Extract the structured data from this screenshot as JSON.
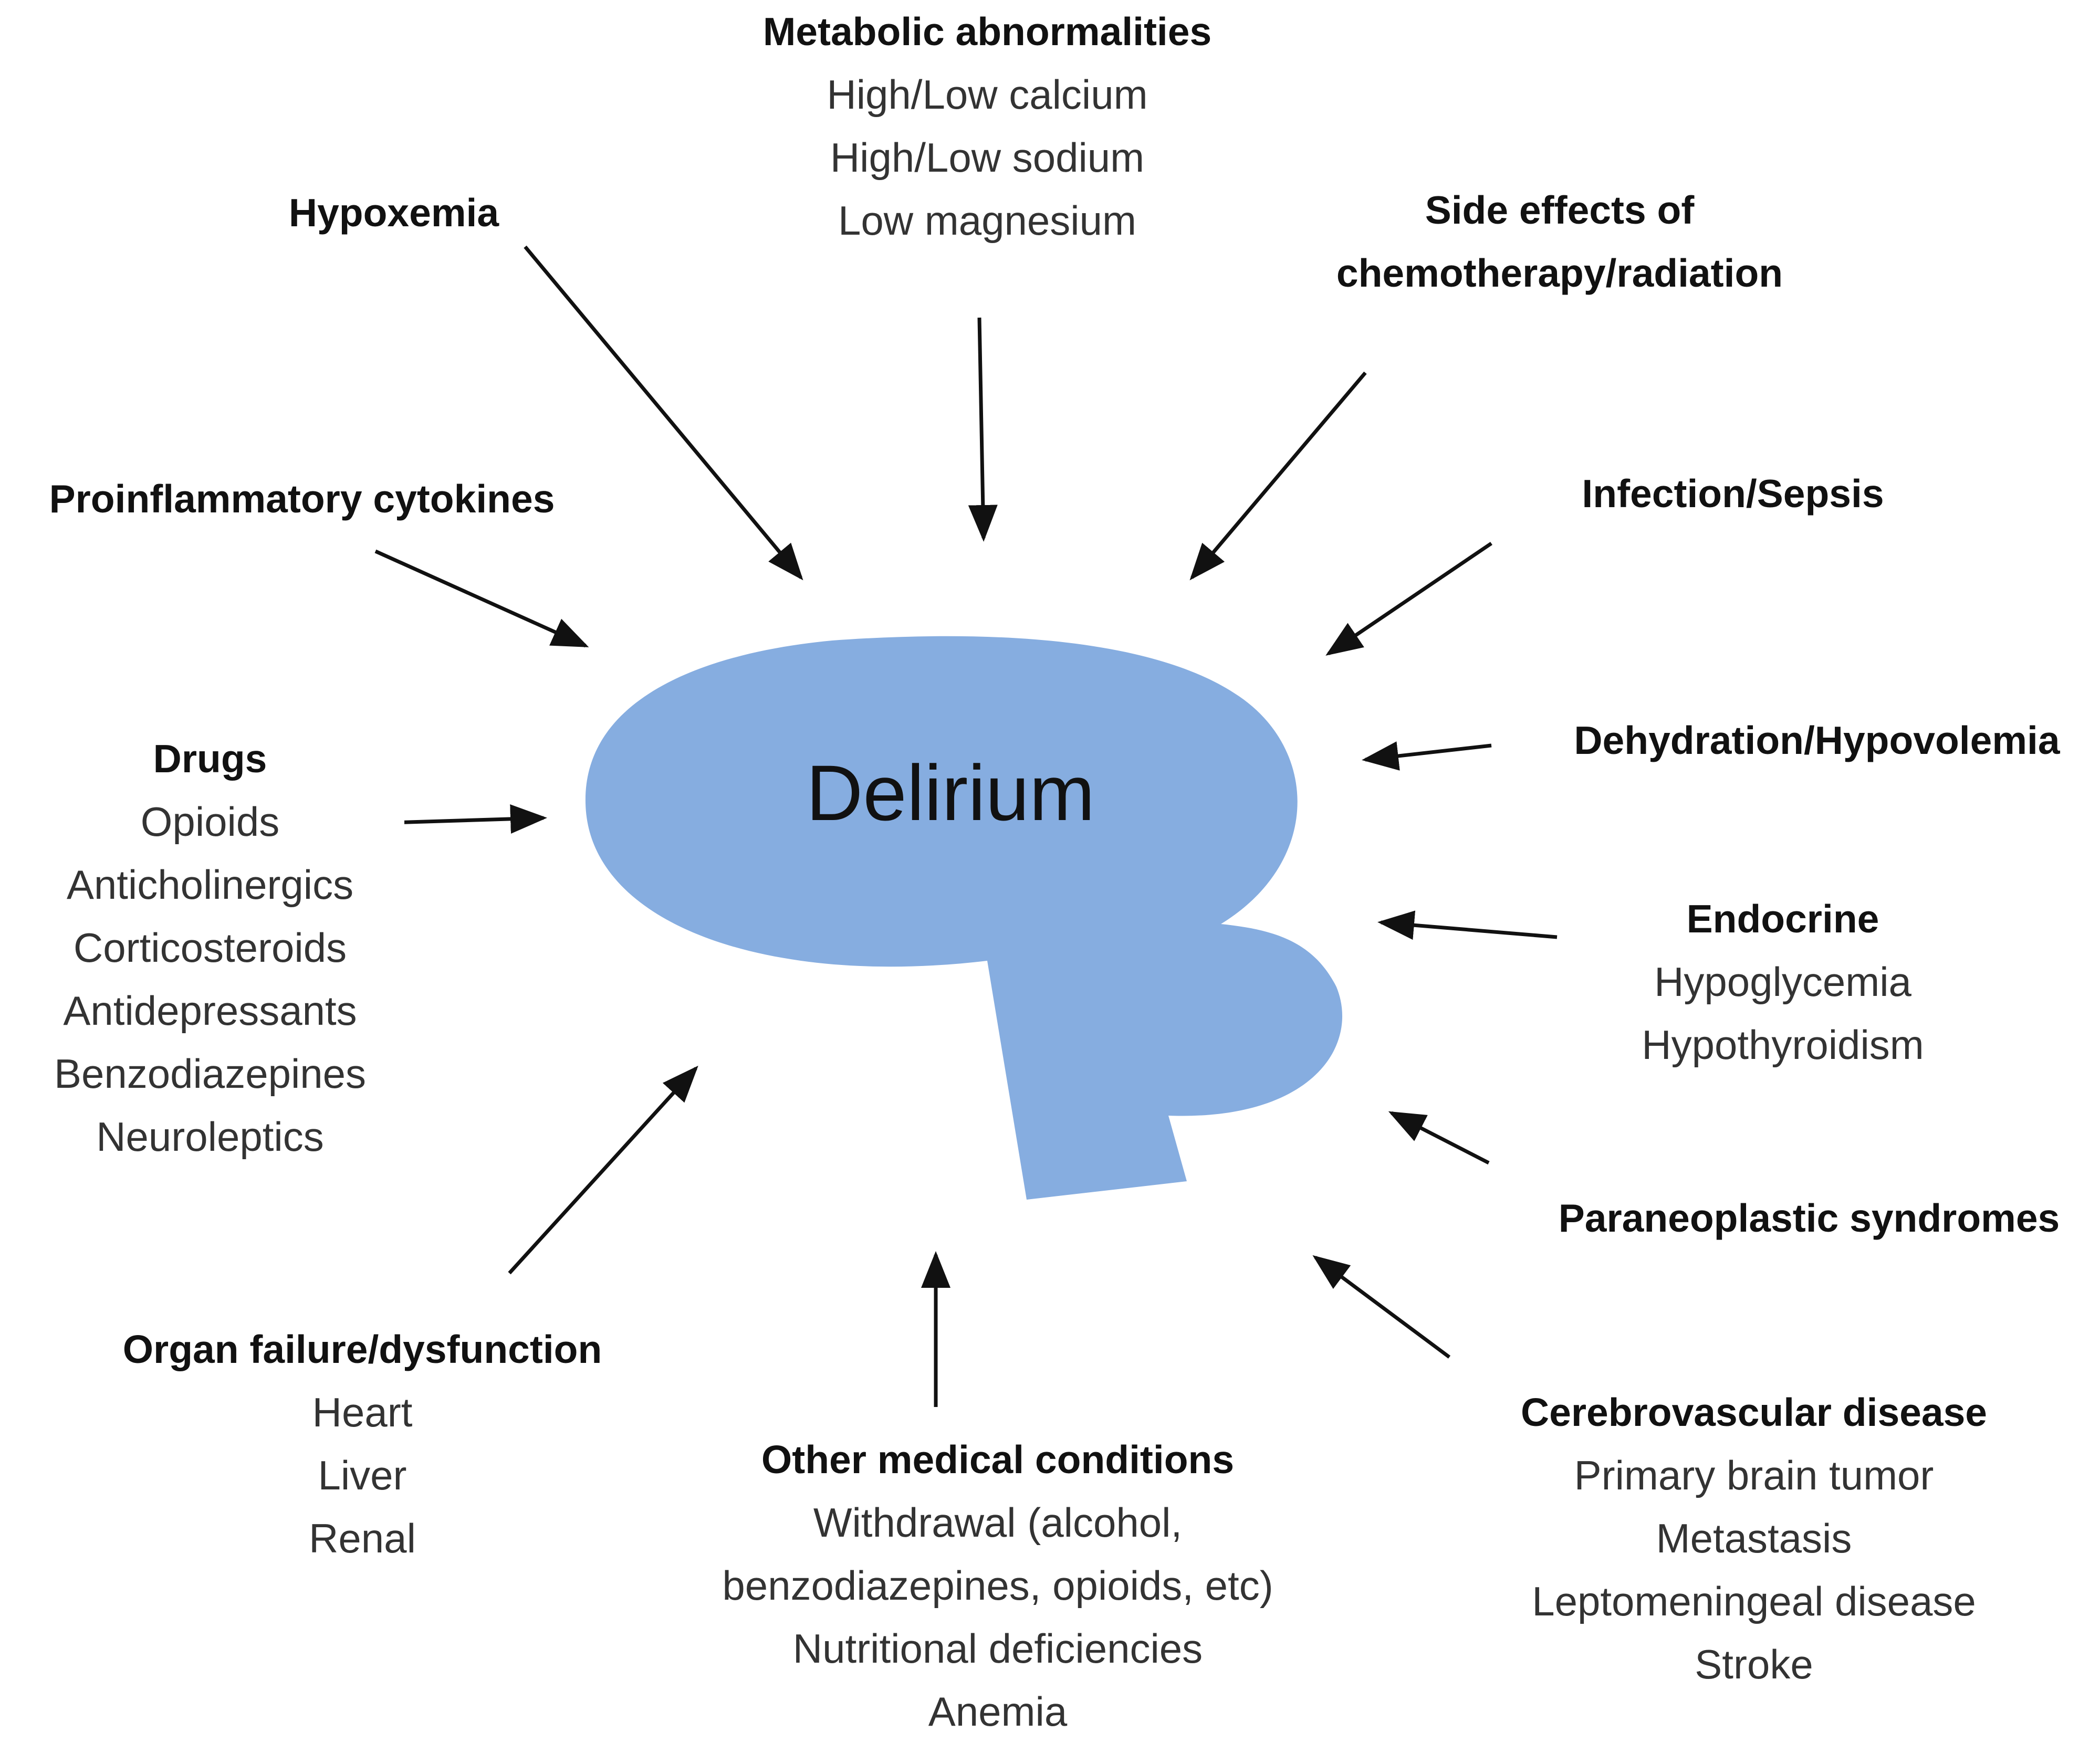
{
  "center": {
    "label": "Delirium",
    "fill": "#86ade0"
  },
  "colors": {
    "arrow": "#111111"
  },
  "factors": {
    "metabolic": {
      "title": "Metabolic abnormalities",
      "items": [
        "High/Low calcium",
        "High/Low sodium",
        "Low magnesium"
      ]
    },
    "hypoxemia": {
      "title": "Hypoxemia",
      "items": []
    },
    "side_effects": {
      "title_lines": [
        "Side effects of",
        "chemotherapy/radiation"
      ]
    },
    "proinflammatory": {
      "title": "Proinflammatory cytokines",
      "items": []
    },
    "infection": {
      "title": "Infection/Sepsis",
      "items": []
    },
    "drugs": {
      "title": "Drugs",
      "items": [
        "Opioids",
        "Anticholinergics",
        "Corticosteroids",
        "Antidepressants",
        "Benzodiazepines",
        "Neuroleptics"
      ]
    },
    "dehydration": {
      "title": "Dehydration/Hypovolemia",
      "items": []
    },
    "endocrine": {
      "title": "Endocrine",
      "items": [
        "Hypoglycemia",
        "Hypothyroidism"
      ]
    },
    "paraneoplastic": {
      "title": "Paraneoplastic syndromes",
      "items": []
    },
    "organ_failure": {
      "title": "Organ failure/dysfunction",
      "items": [
        "Heart",
        "Liver",
        "Renal"
      ]
    },
    "other_medical": {
      "title": "Other medical conditions",
      "items": [
        "Withdrawal (alcohol,",
        "benzodiazepines, opioids, etc)",
        "Nutritional deficiencies",
        "Anemia"
      ]
    },
    "cerebrovascular": {
      "title": "Cerebrovascular disease",
      "items": [
        "Primary brain tumor",
        "Metastasis",
        "Leptomeningeal disease",
        "Stroke"
      ]
    }
  }
}
